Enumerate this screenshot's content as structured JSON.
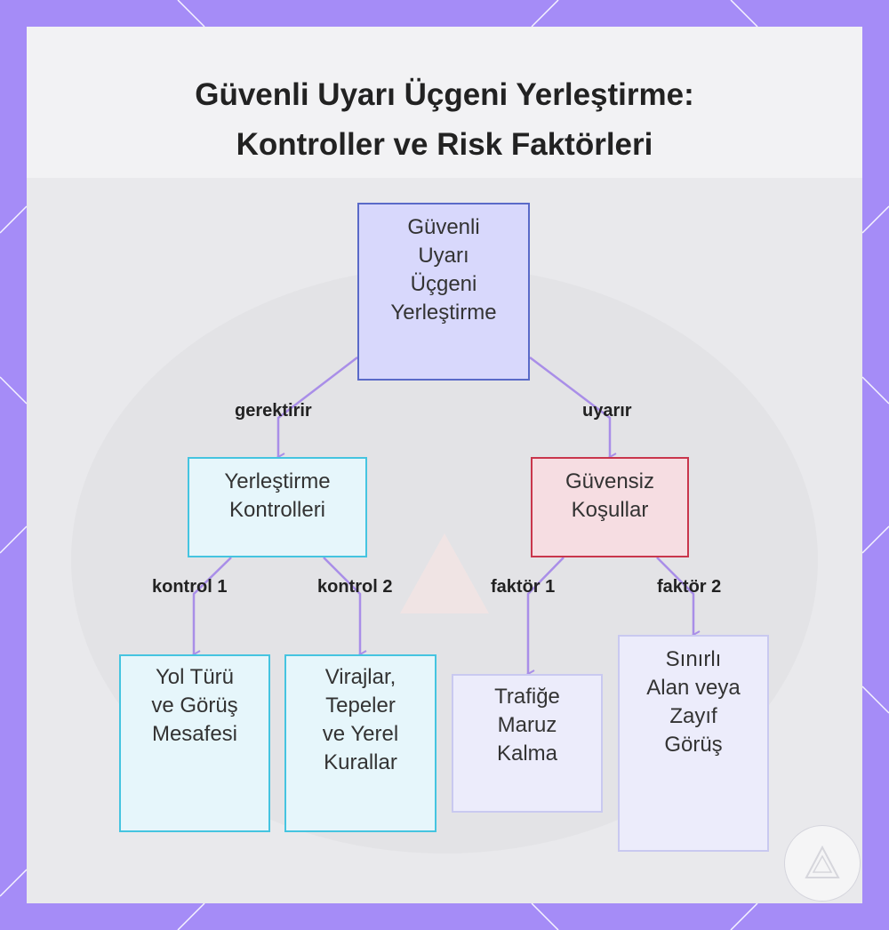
{
  "title": {
    "line1": "Güvenli Uyarı Üçgeni Yerleştirme:",
    "line2": "Kontroller ve Risk Faktörleri"
  },
  "nodes": {
    "root": [
      "Güvenli",
      "Uyarı",
      "Üçgeni",
      "Yerleştirme"
    ],
    "placement_controls": [
      "Yerleştirme",
      "Kontrolleri"
    ],
    "unsafe_conditions": [
      "Güvensiz",
      "Koşullar"
    ],
    "road_type": [
      "Yol Türü",
      "ve Görüş",
      "Mesafesi"
    ],
    "curves": [
      "Virajlar,",
      "Tepeler",
      "ve Yerel",
      "Kurallar"
    ],
    "traffic": [
      "Trafiğe",
      "Maruz",
      "Kalma"
    ],
    "limited_space": [
      "Sınırlı",
      "Alan veya",
      "Zayıf",
      "Görüş"
    ]
  },
  "edges": {
    "requires": "gerektirir",
    "warns": "uyarır",
    "control1": "kontrol 1",
    "control2": "kontrol 2",
    "factor1": "faktör 1",
    "factor2": "faktör 2"
  },
  "colors": {
    "frame": "#a58cf7",
    "root_fill": "#d8d8fc",
    "root_border": "#5a6ac8",
    "cyan_fill": "#e6f6fb",
    "cyan_border": "#45c4e0",
    "red_fill": "#f6dde2",
    "red_border": "#c9364c",
    "lavender_fill": "#ececfb",
    "lavender_border": "#c9c9f0",
    "edge": "#a98ee8"
  }
}
